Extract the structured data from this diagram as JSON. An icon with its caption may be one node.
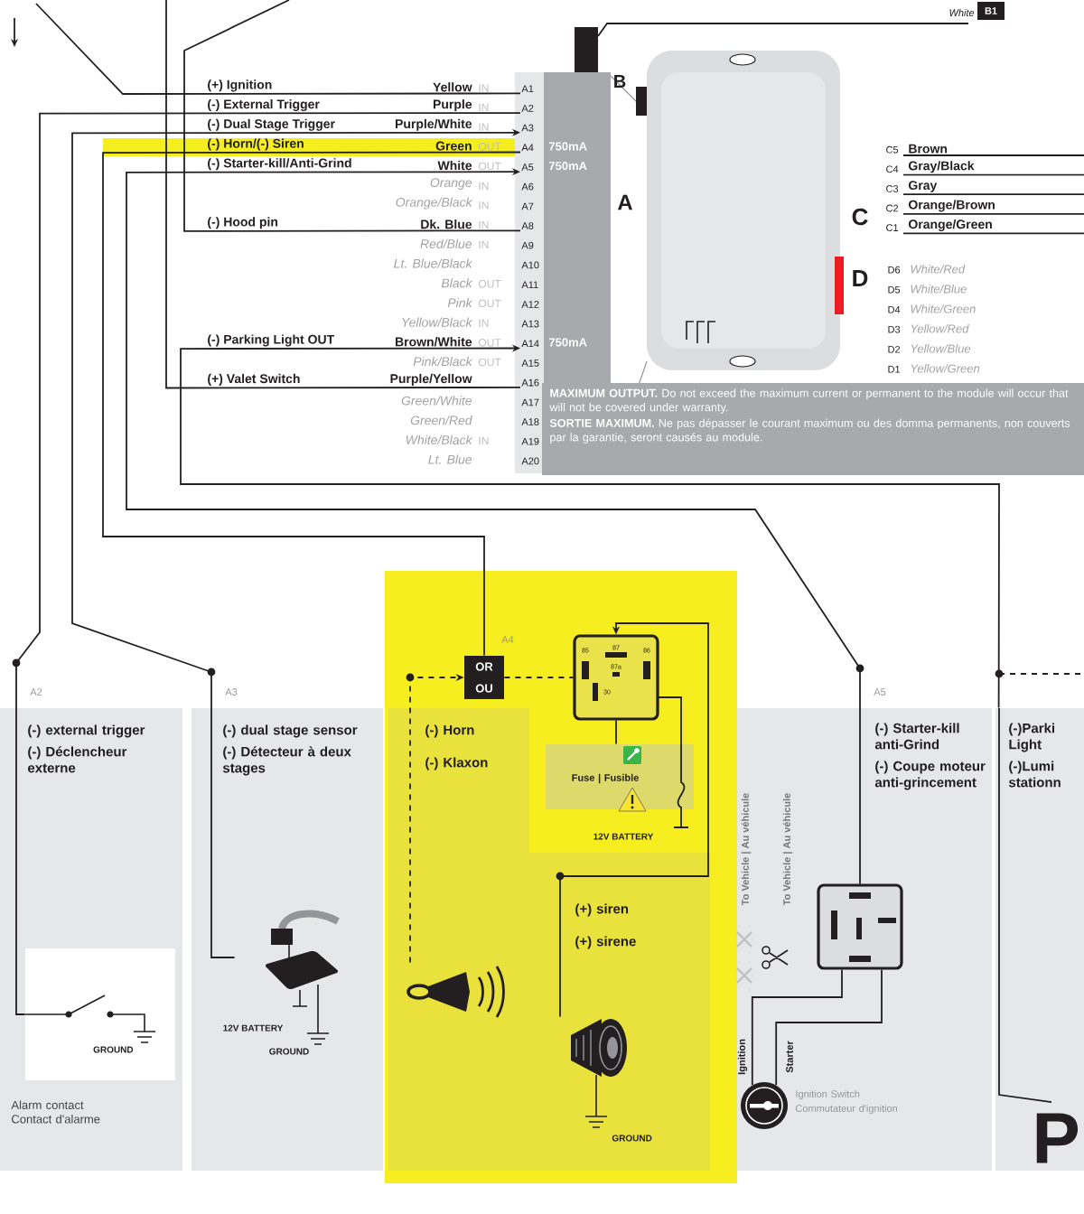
{
  "diagram": {
    "nodes": [
      {
        "text": [
          "A1"
        ]
      },
      {
        "text": [
          "A2"
        ]
      },
      {
        "text": [
          "A3"
        ]
      },
      {
        "text": [
          "A4"
        ]
      },
      {
        "text": [
          "A5"
        ]
      },
      {
        "text": [
          "A6"
        ]
      },
      {
        "text": [
          "A7"
        ]
      },
      {
        "text": [
          "A8"
        ]
      },
      {
        "text": [
          "A9"
        ]
      },
      {
        "text": [
          "A10"
        ]
      },
      {
        "text": [
          "A11"
        ]
      },
      {
        "text": [
          "A12"
        ]
      },
      {
        "text": [
          "A13"
        ]
      },
      {
        "text": [
          "A14"
        ]
      },
      {
        "text": [
          "A15"
        ]
      },
      {
        "text": [
          "A16"
        ]
      },
      {
        "text": [
          "A17"
        ]
      },
      {
        "text": [
          "A18"
        ]
      },
      {
        "text": [
          "A19"
        ]
      },
      {
        "text": [
          "A20"
        ]
      },
      {
        "text": [
          "(-) external trigger",
          "(-) Déclencheur externe",
          "Alarm contact",
          "Contact d'alarme"
        ]
      },
      {
        "text": [
          "GROUND"
        ],
        "in": 20
      },
      {
        "text": [
          "(-) dual stage sensor",
          "(-) Détecteur à deux stages"
        ]
      },
      {
        "text": [],
        "shape": "picture",
        "in": 22
      },
      {
        "text": [],
        "shape": "box"
      },
      {
        "text": [
          "(-) Horn",
          "(-) Klaxon"
        ],
        "in": 24
      },
      {
        "text": [
          "(+) siren",
          "(+) sirene"
        ],
        "in": 24
      },
      {
        "text": [
          "85",
          "87",
          "86",
          "87a",
          "30"
        ],
        "in": 24
      },
      {
        "text": [
          "Fuse | Fusible"
        ],
        "in": 24
      },
      {
        "text": [
          "OR OU"
        ],
        "in": 24
      },
      {
        "text": [],
        "shape": "picture",
        "in": 25
      },
      {
        "text": [],
        "shape": "picture",
        "in": 26
      },
      {
        "text": [
          "(-) Starter-kill anti-Grind",
          "(-) Coupe moteur anti-grincement"
        ]
      },
      {
        "text": [],
        "shape": "box",
        "in": 32
      },
      {
        "text": [],
        "shape": "picture",
        "in": 32,
        "beside": [
          "Ignition Switch",
          "Commutateur d'ignition"
        ]
      },
      {
        "text": [
          "(-)Parki Light",
          "(-)Lumi stationn"
        ]
      }
    ],
    "edges": [
      {
        "from": 1,
        "to": 21,
        "arrow": "none"
      },
      {
        "from": 23,
        "to": 2,
        "arrow": "to"
      },
      {
        "from": 3,
        "to": 29,
        "arrow": "none"
      },
      {
        "from": 30,
        "to": 29,
        "arrow": "to",
        "style": "dashed"
      },
      {
        "from": 29,
        "to": 27,
        "arrow": "none",
        "style": "dashed"
      },
      {
        "from": 31,
        "to": 27,
        "arrow": "to"
      },
      {
        "from": 27,
        "to": 28,
        "arrow": "none"
      },
      {
        "from": 33,
        "to": 4,
        "arrow": "to"
      },
      {
        "from": 34,
        "to": 33,
        "arrow": "none"
      },
      {
        "from": 34,
        "to": 33,
        "arrow": "none"
      },
      {
        "from": 35,
        "to": 13,
        "arrow": "to"
      },
      {
        "from": 0,
        "to": null,
        "arrow": "none"
      },
      {
        "from": 7,
        "to": null,
        "arrow": "none"
      },
      {
        "from": 15,
        "to": null,
        "arrow": "none"
      }
    ],
    "labels": [
      "(+) Ignition",
      "Yellow",
      "IN",
      "(-) External Trigger",
      "Purple",
      "IN",
      "(-) Dual Stage Trigger",
      "Purple/White",
      "IN",
      "(-) Horn/(-) Siren",
      "Green",
      "OUT",
      "750mA",
      "(-) Starter-kill/Anti-Grind",
      "White",
      "OUT",
      "750mA",
      "Orange",
      "IN",
      "Orange/Black",
      "IN",
      "(-) Hood pin",
      "Dk. Blue",
      "IN",
      "Red/Blue",
      "IN",
      "Lt. Blue/Black",
      "Black",
      "OUT",
      "Pink",
      "OUT",
      "Yellow/Black",
      "IN",
      "(-) Parking Light OUT",
      "Brown/White",
      "OUT",
      "750mA",
      "Pink/Black",
      "OUT",
      "(+) Valet Switch",
      "Purple/Yellow",
      "Green/White",
      "Green/Red",
      "White/Black",
      "IN",
      "Lt. Blue",
      "White",
      "B1",
      "B",
      "A",
      "C",
      "D",
      "C5",
      "Brown",
      "C4",
      "Gray/Black",
      "C3",
      "Gray",
      "C2",
      "Orange/Brown",
      "C1",
      "Orange/Green",
      "D6",
      "White/Red",
      "D5",
      "White/Blue",
      "D4",
      "White/Green",
      "D3",
      "Yellow/Red",
      "D2",
      "Yellow/Blue",
      "D1",
      "Yellow/Green",
      "**MAXIMUM OUTPUT.** Do not exceed the maximum current or permanent to the module will occur that will not be covered under warranty.",
      "**SORTIE MAXIMUM.** Ne pas dépasser le courant maximum ou des domma permanents, non couverts par la garantie, seront causés au module.",
      "A2",
      "A3",
      "A4",
      "A5",
      "12V BATTERY",
      "GROUND",
      "12V BATTERY",
      "GROUND",
      "To Vehicle | Au véhicule",
      "To Vehicle | Au véhicule",
      "Ignition",
      "Starter",
      "P"
    ]
  }
}
